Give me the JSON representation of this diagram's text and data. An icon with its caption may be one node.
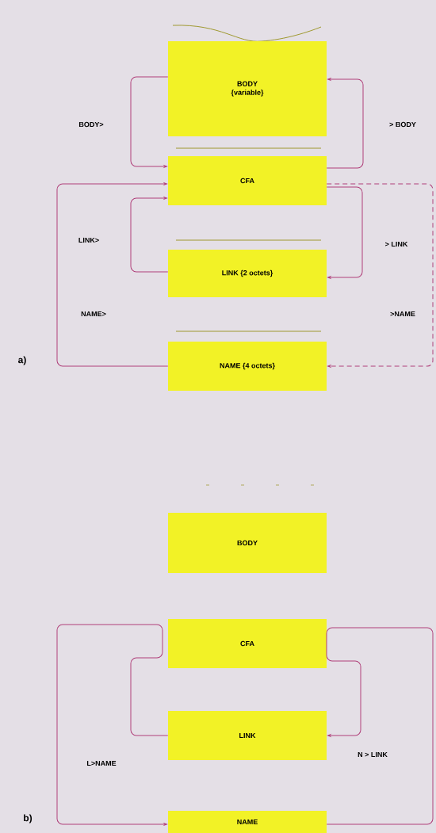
{
  "diagram": {
    "nodes": [
      {
        "text": [
          "BODY",
          "{variable}"
        ]
      },
      {
        "text": [
          "CFA"
        ]
      },
      {
        "text": [
          "LINK {2 octets}"
        ]
      },
      {
        "text": [
          "NAME {4 octets}"
        ]
      },
      {
        "text": [
          "BODY"
        ]
      },
      {
        "text": [
          "CFA"
        ]
      },
      {
        "text": [
          "LINK"
        ]
      },
      {
        "text": [
          "NAME"
        ]
      }
    ],
    "edges": [
      {
        "from": 0,
        "to": 1,
        "arrow": "to",
        "label": "BODY>"
      },
      {
        "from": 1,
        "to": 0,
        "arrow": "to",
        "label": "> BODY"
      },
      {
        "from": 2,
        "to": 1,
        "arrow": "to",
        "label": "LINK>"
      },
      {
        "from": 1,
        "to": 2,
        "arrow": "to",
        "label": "> LINK"
      },
      {
        "from": 3,
        "to": 1,
        "arrow": "to",
        "label": "NAME>"
      },
      {
        "from": 1,
        "to": 3,
        "arrow": "to",
        "label": ">NAME",
        "style": "dashed"
      },
      {
        "from": 6,
        "to": 7,
        "arrow": "to",
        "label": "L>NAME"
      },
      {
        "from": 7,
        "to": 6,
        "arrow": "to",
        "label": "N > LINK"
      }
    ],
    "labels": [
      "a)",
      "b)"
    ]
  }
}
